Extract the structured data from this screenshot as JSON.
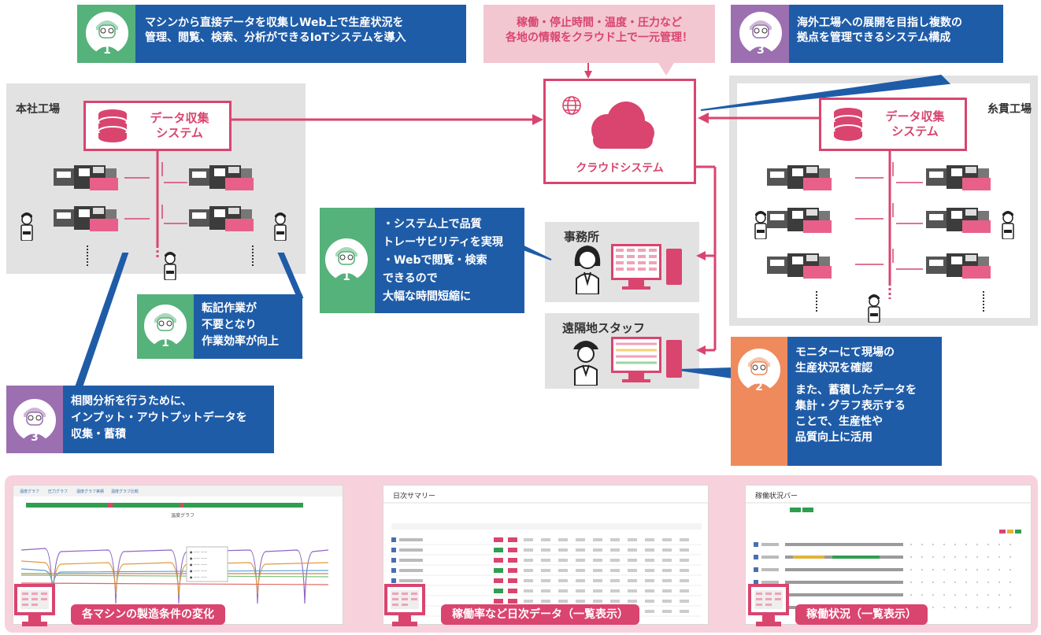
{
  "colors": {
    "pink": "#d9456f",
    "blue": "#1f5ca8",
    "green": "#55b27a",
    "purple": "#9c6fb0",
    "orange": "#ef8a5c",
    "grey": "#e2e2e3",
    "lightpink": "#f3c7d2"
  },
  "callouts": {
    "top_left": {
      "text": "マシンから直接データを収集しWeb上で生産状況を\n管理、閲覧、検索、分析ができるIoTシステムを導入",
      "badge": "1"
    },
    "top_center": {
      "text": "稼働・停止時間・温度・圧力など\n各地の情報をクラウド上で一元管理！"
    },
    "top_right": {
      "text": "海外工場への展開を目指し複数の\n拠点を管理できるシステム構成",
      "badge": "3"
    },
    "mid_center": {
      "text": "・システム上で品質\n トレーサビリティを実現\n・Webで閲覧・検索\n できるので\n 大幅な時間短縮に",
      "badge": "1"
    },
    "mid_left": {
      "text": "転記作業が\n不要となり\n作業効率が向上",
      "badge": "1"
    },
    "bottom_left": {
      "text": "相関分析を行うために、\nインプット・アウトプットデータを\n収集・蓄積",
      "badge": "3"
    },
    "bottom_right": {
      "text1": "モニターにて現場の\n生産状況を確認",
      "text2": "また、蓄積したデータを\n集計・グラフ表示する\nことで、生産性や\n品質向上に活用",
      "badge": "2"
    }
  },
  "factories": {
    "left": {
      "name": "本社工場",
      "system": "データ収集\nシステム"
    },
    "right": {
      "name": "糸貫工場",
      "system": "データ収集\nシステム"
    }
  },
  "cloud": {
    "label": "クラウドシステム"
  },
  "offices": {
    "office": "事務所",
    "remote": "遠隔地スタッフ"
  },
  "screens": [
    {
      "label": "各マシンの製造条件の変化",
      "header": "温度グラフ",
      "tabs": [
        "温度グラフ",
        "圧力グラフ",
        "温度グラフ実績",
        "温度グラフ比較"
      ]
    },
    {
      "label": "稼働率など日次データ（一覧表示）",
      "header": "日次サマリー"
    },
    {
      "label": "稼働状況（一覧表示）",
      "header": "稼働状況バー"
    }
  ],
  "icons": [
    "globe-icon",
    "cloud-icon",
    "database-icon",
    "monitor-icon",
    "operator-icon",
    "office-worker-icon",
    "remote-staff-icon",
    "injection-machine-icon"
  ]
}
